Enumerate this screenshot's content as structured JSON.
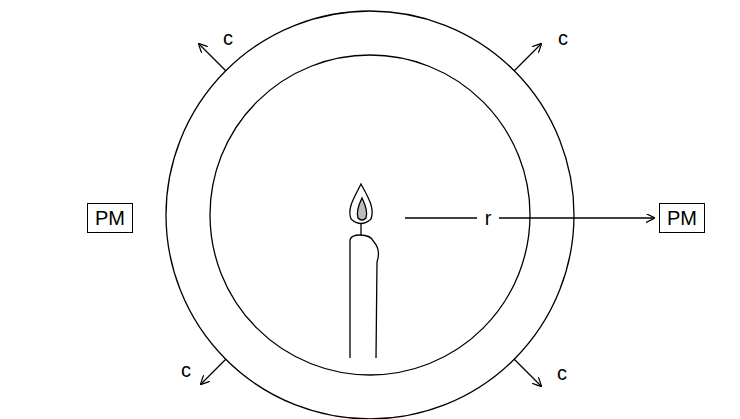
{
  "diagram": {
    "nodes": [
      {
        "text": [
          "PM"
        ]
      },
      {
        "text": [
          "PM"
        ]
      }
    ],
    "labels": [
      "c",
      "c",
      "c",
      "c",
      "r"
    ]
  }
}
